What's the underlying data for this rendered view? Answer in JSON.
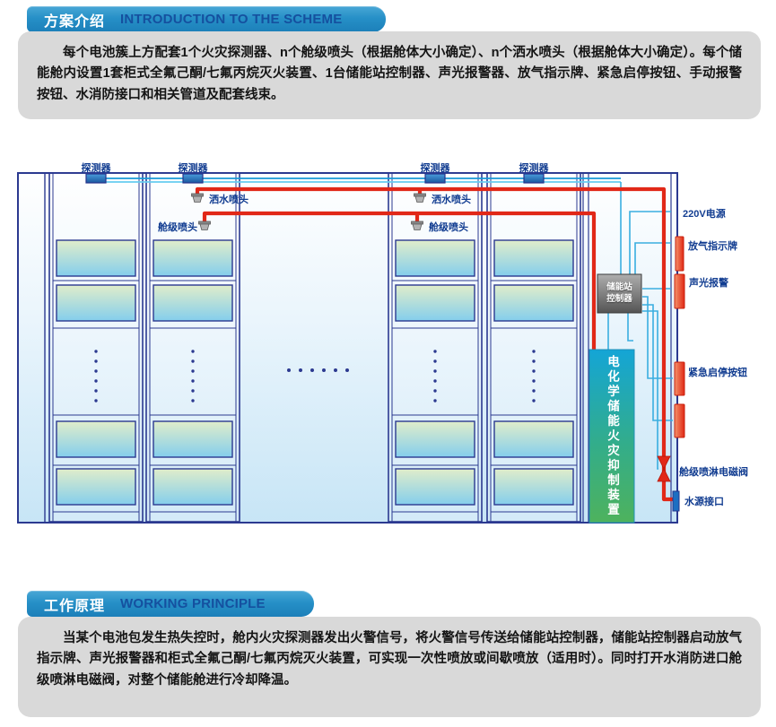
{
  "sections": [
    {
      "tab_zh": "方案介绍",
      "tab_en": "INTRODUCTION TO THE SCHEME",
      "body": "每个电池簇上方配套1个火灾探测器、n个舱级喷头（根据舱体大小确定）、n个洒水喷头（根据舱体大小确定）。每个储能舱内设置1套柜式全氟己酮/七氟丙烷灭火装置、1台储能站控制器、声光报警器、放气指示牌、紧急启停按钮、手动报警按钮、水消防接口和相关管道及配套线束。"
    },
    {
      "tab_zh": "工作原理",
      "tab_en": "WORKING PRINCIPLE",
      "body": "当某个电池包发生热失控时，舱内火灾探测器发出火警信号，将火警信号传送给储能站控制器，储能站控制器启动放气指示牌、声光报警器和柜式全氟己酮/七氟丙烷灭火装置，可实现一次性喷放或间歇喷放（适用时）。同时打开水消防进口舱级喷淋电磁阀，对整个储能舱进行冷却降温。"
    }
  ],
  "diagram": {
    "detector_label": "探测器",
    "water_sprinkler_label": "洒水喷头",
    "cabin_sprinkler_label": "舱级喷头",
    "controller_line1": "储能站",
    "controller_line2": "控制器",
    "suppression_device_label": "电化学储能火灾抑制装置",
    "right_labels": {
      "power": "220V电源",
      "gas_sign": "放气指示牌",
      "alarm": "声光报警",
      "emergency": "紧急启停按钮",
      "valve": "舱级喷淋电磁阀",
      "water": "水源接口"
    },
    "colors": {
      "pipe_red": "#e12818",
      "wire_blue": "#3aaee0",
      "label_navy": "#123d91",
      "frame_navy": "#2b3990",
      "tab_blue": "#2690c7",
      "device_orange": "#e84f2b",
      "suppression_teal_top": "#14a5d6",
      "suppression_green_bottom": "#4eb25d"
    }
  }
}
